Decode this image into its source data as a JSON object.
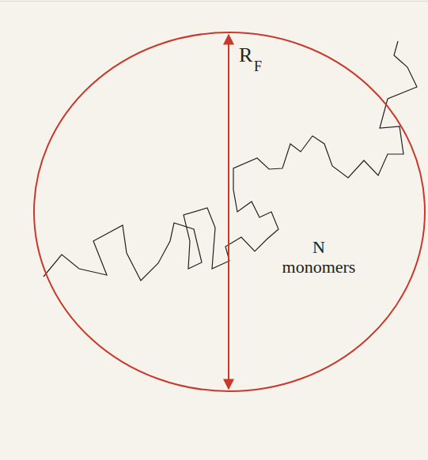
{
  "diagram": {
    "nodes": [
      {
        "text": [
          "N monomers"
        ]
      }
    ],
    "labels": [
      "R",
      "F"
    ]
  }
}
